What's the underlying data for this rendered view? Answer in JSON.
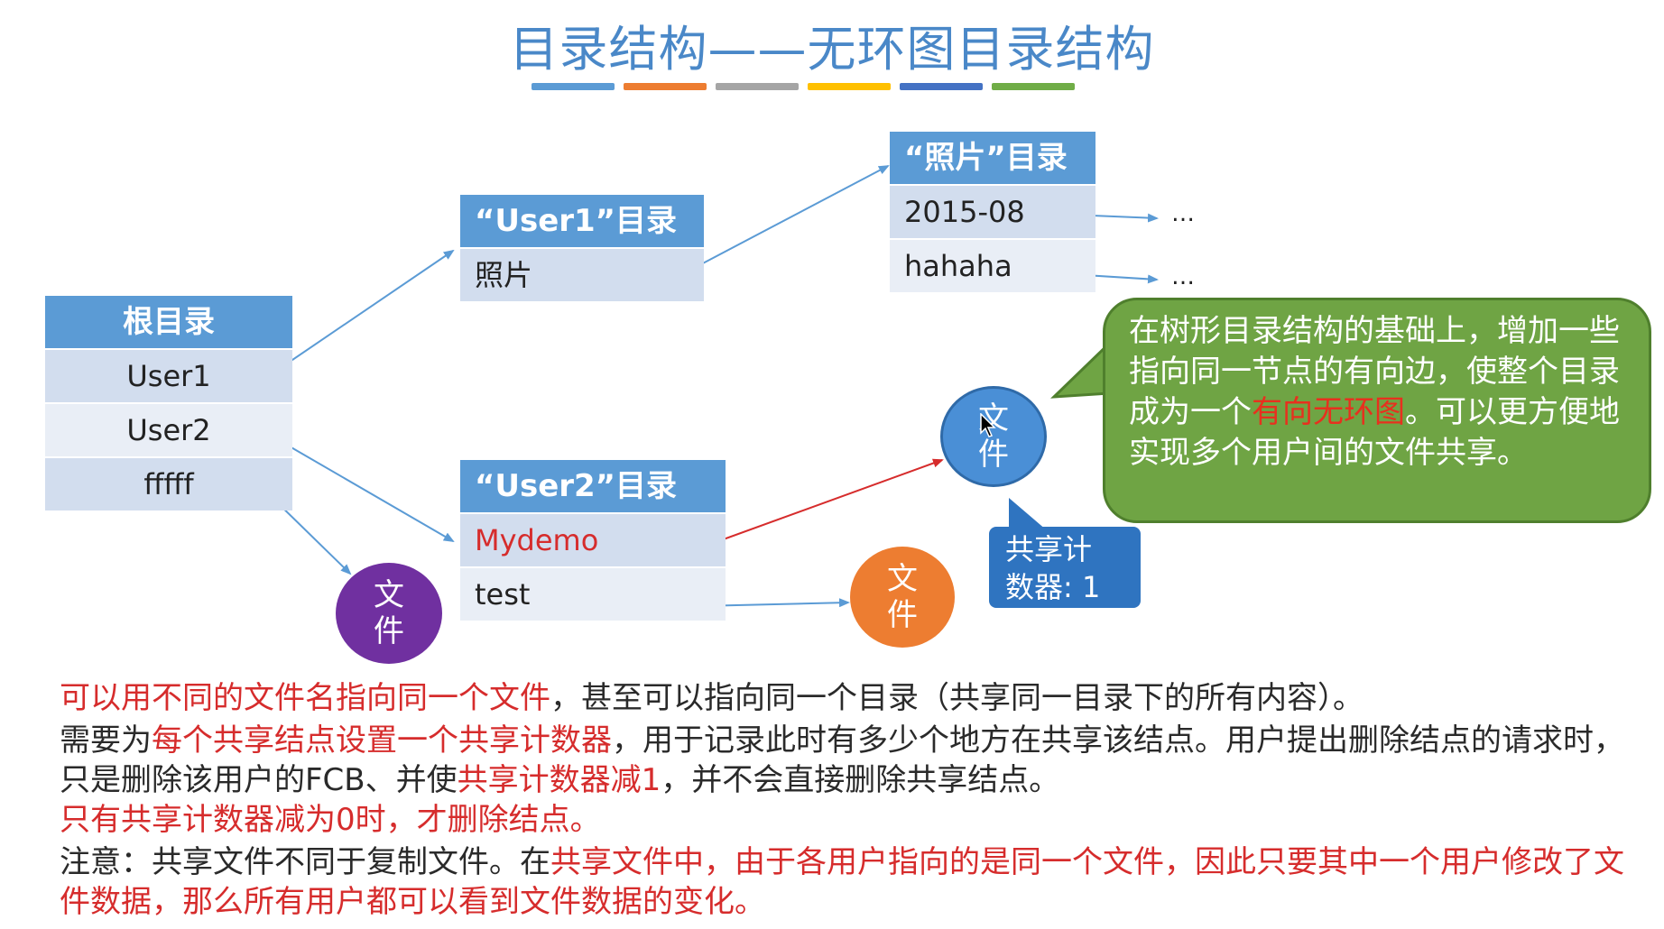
{
  "title": "目录结构——无环图目录结构",
  "title_bar_colors": [
    "#5b9bd5",
    "#ed7d31",
    "#a5a5a5",
    "#ffc000",
    "#4472c4",
    "#70ad47"
  ],
  "root_dir": {
    "header": "根目录",
    "rows": [
      "User1",
      "User2",
      "fffff"
    ]
  },
  "user1_dir": {
    "header": "“User1”目录",
    "rows": [
      "照片"
    ]
  },
  "photo_dir": {
    "header": "“照片”目录",
    "rows": [
      "2015-08",
      "hahaha"
    ]
  },
  "user2_dir": {
    "header": "“User2”目录",
    "rows": [
      "Mydemo",
      "test"
    ]
  },
  "ellipsis": "…",
  "file_node": {
    "line1": "文",
    "line2": "件"
  },
  "bubble": {
    "part1": "在树形目录结构的基础上，增加一些指向同一节点的有向边，使整个目录成为一个",
    "highlight": "有向无环图",
    "part2": "。可以更方便地实现多个用户间的文件共享。"
  },
  "counter": {
    "line1": "共享计",
    "line2": "数器: 1"
  },
  "notes": {
    "l1_red": "可以用不同的文件名指向同一个文件",
    "l1_rest": "，甚至可以指向同一个目录（共享同一目录下的所有内容）。",
    "l2_a": "需要为",
    "l2_red": "每个共享结点设置一个共享计数器",
    "l2_b": "，用于记录此时有多少个地方在共享该结点。用户提出删除结点的请求时，只是删除该用户的FCB、并使",
    "l2_red2": "共享计数器减1",
    "l2_c": "，并不会直接删除共享结点。",
    "l3_red": "只有共享计数器减为0时，才删除结点。",
    "l4_a": "注意：共享文件不同于复制文件。在",
    "l4_red": "共享文件中，由于各用户指向的是同一个文件，因此只要其中一个用户修改了文件数据，那么所有用户都可以看到文件数据的变化。"
  },
  "colors": {
    "header_blue": "#5b9bd5",
    "link_blue": "#5b9bd5",
    "link_red": "#d62c2c",
    "node_purple": "#7030a0",
    "node_orange": "#ed7d31",
    "node_blue": "#4a8fd6",
    "bubble_green": "#6fa444",
    "counter_blue": "#2f74c0"
  }
}
